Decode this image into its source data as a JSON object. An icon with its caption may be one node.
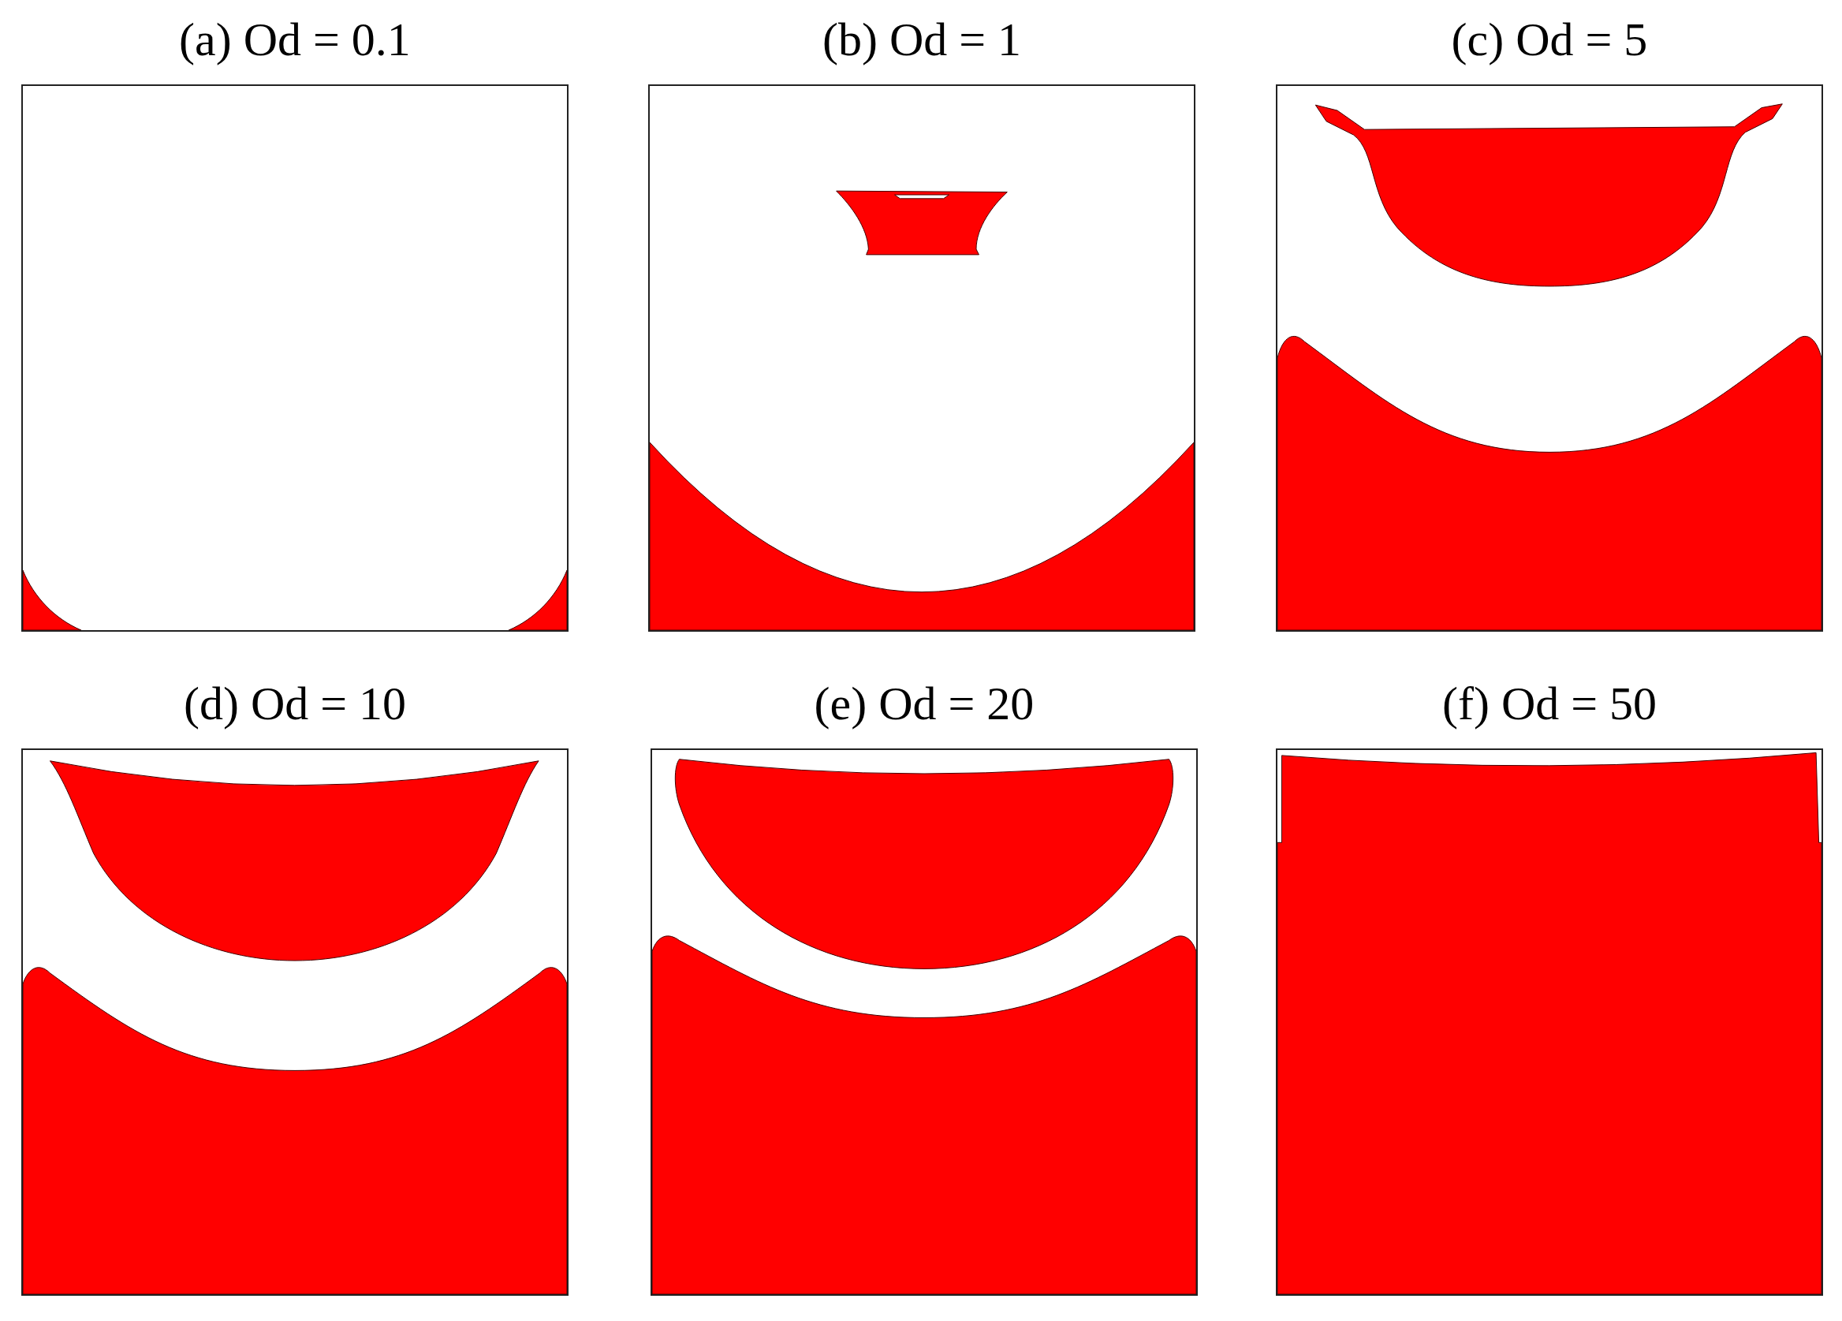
{
  "diagram": {
    "nodes": [
      {
        "text": [
          "(a) Od = 0.1"
        ]
      },
      {
        "text": [
          "(b) Od = 1"
        ]
      },
      {
        "text": [
          "(c) Od = 5"
        ]
      },
      {
        "text": [
          "(d) Od = 10"
        ]
      },
      {
        "text": [
          "(e) Od = 20"
        ]
      },
      {
        "text": [
          "(f) Od = 50"
        ]
      }
    ]
  }
}
